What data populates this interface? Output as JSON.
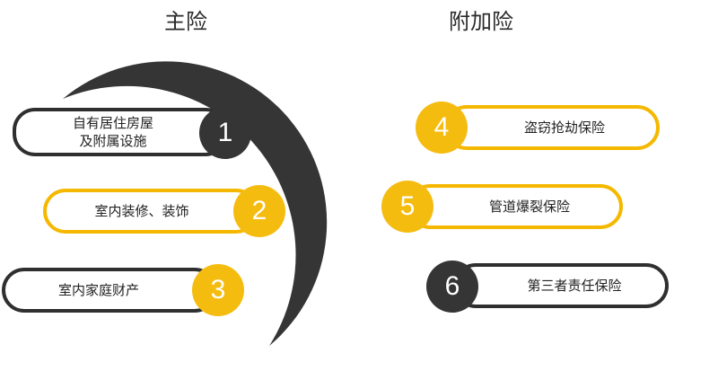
{
  "titles": {
    "main": "主险",
    "additional": "附加险"
  },
  "colors": {
    "dark": "#353535",
    "gold": "#f5bc10",
    "text": "#222222"
  },
  "main_items": [
    {
      "number": "1",
      "line1": "自有居住房屋",
      "line2": "及附属设施"
    },
    {
      "number": "2",
      "label": "室内装修、装饰"
    },
    {
      "number": "3",
      "label": "室内家庭财产"
    }
  ],
  "additional_items": [
    {
      "number": "4",
      "label": "盗窃抢劫保险"
    },
    {
      "number": "5",
      "label": "管道爆裂保险"
    },
    {
      "number": "6",
      "label": "第三者责任保险"
    }
  ]
}
